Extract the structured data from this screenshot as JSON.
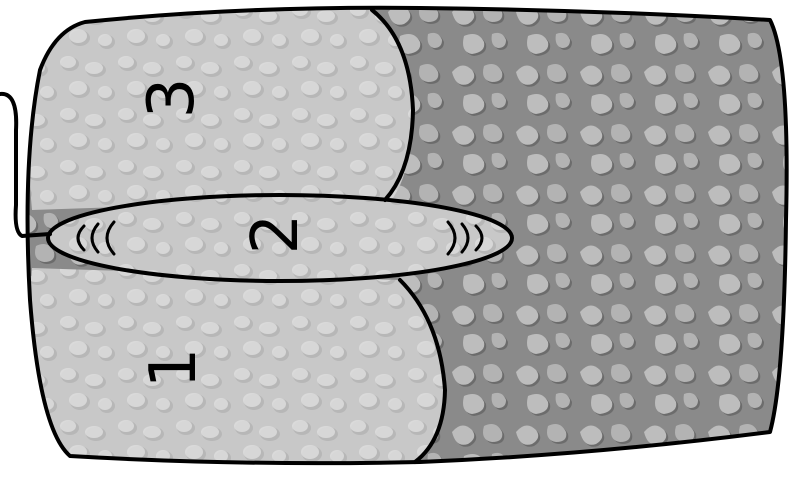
{
  "regions": [
    {
      "id": "region-1",
      "label": "1"
    },
    {
      "id": "region-2",
      "label": "2"
    },
    {
      "id": "region-3",
      "label": "3"
    }
  ],
  "colors": {
    "light_region": "#c8c8c8",
    "light_bump": "#dedede",
    "light_shadow": "#a9a9a9",
    "dark_region": "#8a8a8a",
    "dark_bump": "#bdbdbd",
    "dark_shadow": "#5f5f5f",
    "outline": "#000000",
    "background": "#ffffff"
  }
}
